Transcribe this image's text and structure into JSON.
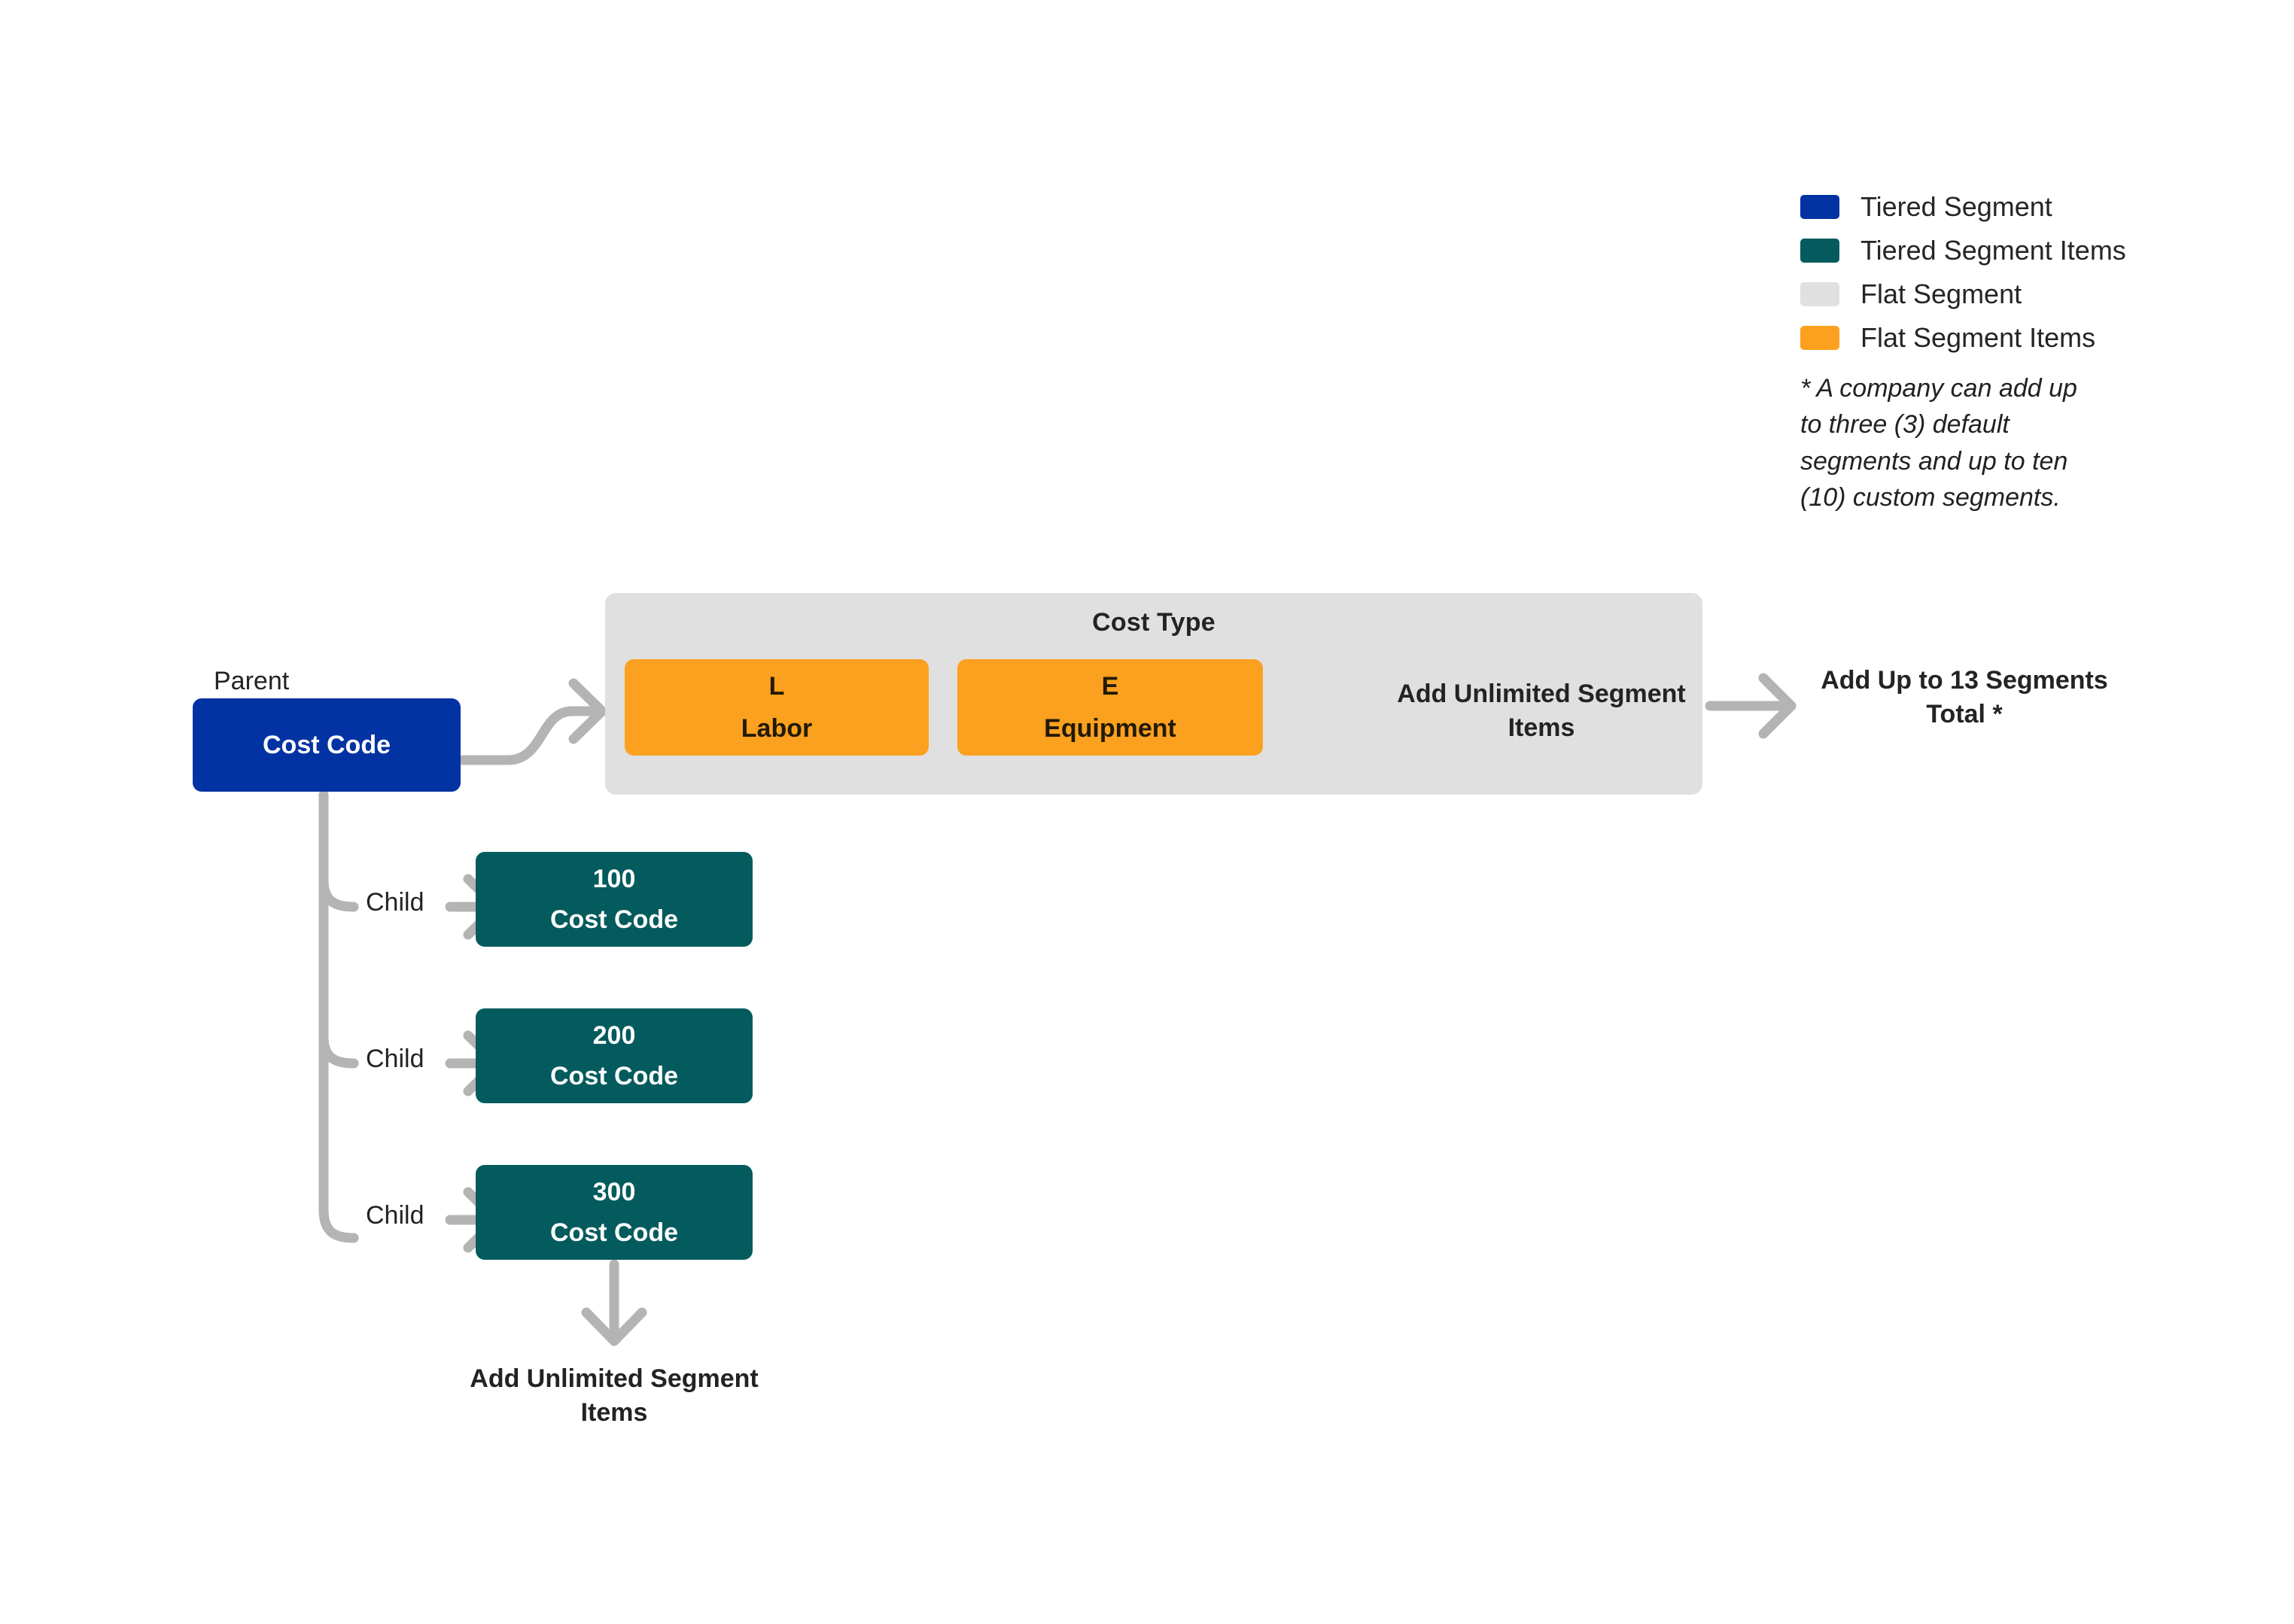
{
  "colors": {
    "tiered_segment": "#0333a3",
    "tiered_segment_items": "#045b5e",
    "flat_segment": "#e0e0e0",
    "flat_segment_items": "#fca01f",
    "connector": "#b4b4b4",
    "text": "#232323",
    "background": "#ffffff"
  },
  "legend": {
    "items": [
      {
        "label": "Tiered Segment",
        "color": "#0333a3",
        "swatch_icon": "color-swatch-icon"
      },
      {
        "label": "Tiered Segment Items",
        "color": "#045b5e",
        "swatch_icon": "color-swatch-icon"
      },
      {
        "label": "Flat Segment",
        "color": "#e0e0e0",
        "swatch_icon": "color-swatch-icon"
      },
      {
        "label": "Flat Segment Items",
        "color": "#fca01f",
        "swatch_icon": "color-swatch-icon"
      }
    ],
    "note": "* A company can add up to three (3) default segments and up to ten (10) custom segments."
  },
  "tiered": {
    "root_caption": "Parent",
    "root_label": "Cost Code",
    "children": [
      {
        "relation": "Child",
        "code": "100",
        "name": "Cost Code"
      },
      {
        "relation": "Child",
        "code": "200",
        "name": "Cost Code"
      },
      {
        "relation": "Child",
        "code": "300",
        "name": "Cost Code"
      }
    ],
    "end_label": "Add Unlimited Segment Items"
  },
  "flat": {
    "title": "Cost Type",
    "items": [
      {
        "code": "L",
        "name": "Labor"
      },
      {
        "code": "E",
        "name": "Equipment"
      }
    ],
    "end_label": "Add Unlimited Segment Items",
    "total_label": "Add Up to 13 Segments Total *"
  }
}
